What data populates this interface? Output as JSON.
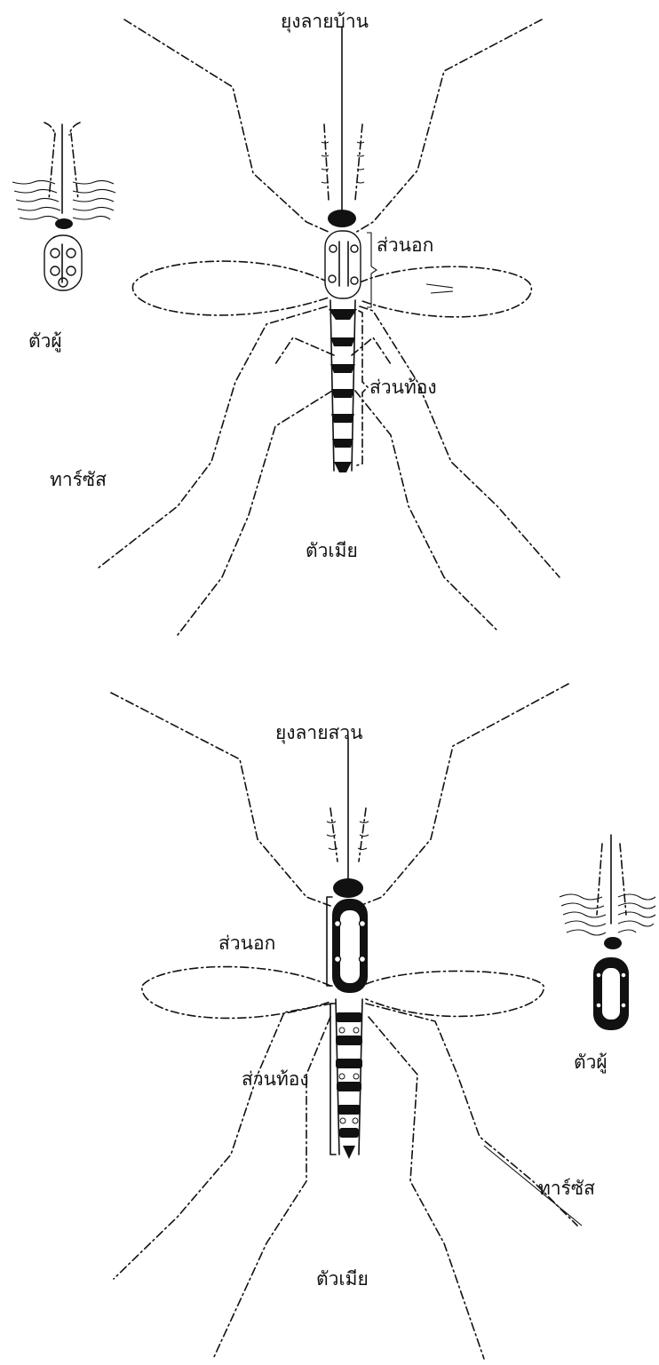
{
  "aedes_aegypti": {
    "title": "ยุงลายบ้าน",
    "thorax_label": "ส่วนอก",
    "abdomen_label": "ส่วนท้อง",
    "male_label": "ตัวผู้",
    "female_label": "ตัวเมีย",
    "tarsus_label": "ทาร์ซัส"
  },
  "aedes_albopictus": {
    "title": "ยุงลายสวน",
    "thorax_label": "ส่วนอก",
    "abdomen_label": "ส่วนท้อง",
    "male_label": "ตัวผู้",
    "female_label": "ตัวเมีย",
    "tarsus_label": "ทาร์ซัส"
  }
}
